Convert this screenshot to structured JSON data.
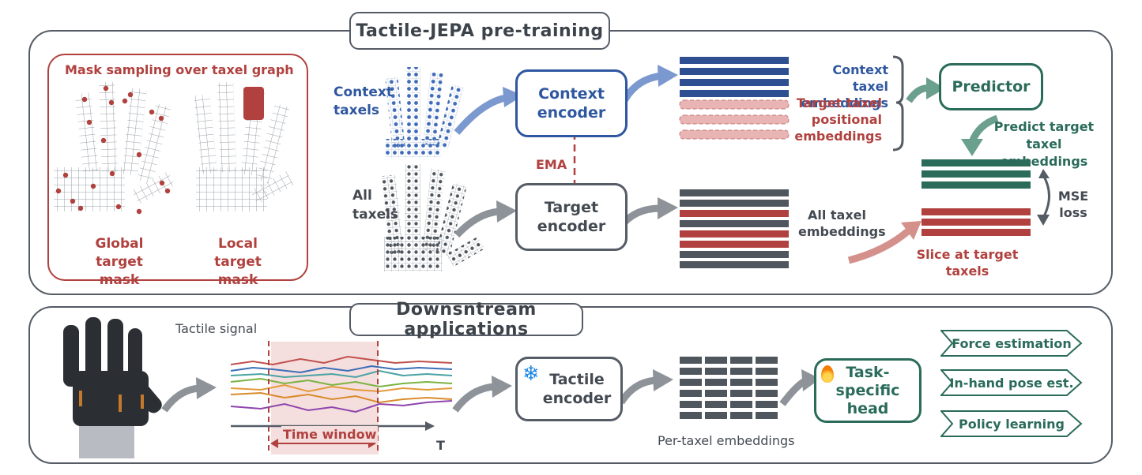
{
  "top": {
    "title": "Tactile-JEPA pre-training",
    "mask_title": "Mask sampling over taxel graph",
    "global_mask": "Global\ntarget mask",
    "local_mask": "Local target\nmask",
    "context_taxels": "Context\ntaxels",
    "all_taxels": "All\ntaxels",
    "context_encoder": "Context\nencoder",
    "target_encoder": "Target\nencoder",
    "ema": "EMA",
    "context_emb": "Context taxel\nembeddings",
    "target_pos_emb": "Target taxel\npositional\nembeddings",
    "all_emb": "All taxel\nembeddings",
    "predictor": "Predictor",
    "predict_target": "Predict target\ntaxel embeddings",
    "mse": "MSE\nloss",
    "slice": "Slice at target\ntaxels"
  },
  "bottom": {
    "title": "Downsntream applications",
    "tactile_signal": "Tactile signal",
    "time_window": "Time window",
    "t_axis": "T",
    "tactile_encoder": "Tactile\nencoder",
    "per_taxel": "Per-taxel embeddings",
    "task_head": "Task-\nspecific\nhead",
    "tasks": [
      "Force estimation",
      "In-hand pose est.",
      "Policy learning"
    ]
  },
  "colors": {
    "blue": "#2f57a0",
    "red": "#b0413e",
    "green": "#2a6b5a",
    "dark": "#555c66",
    "pink": "#e9b4b4"
  },
  "icons": {
    "snowflake": "snowflake-icon",
    "flame": "flame-icon"
  }
}
